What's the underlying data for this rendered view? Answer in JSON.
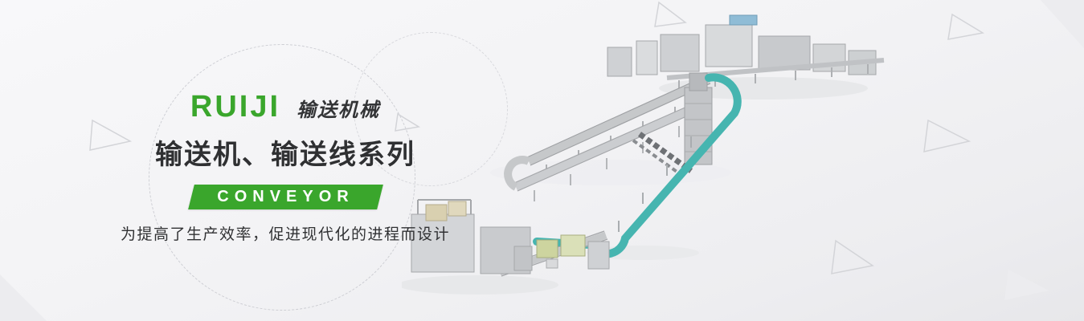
{
  "banner": {
    "brand_en": "RUIJI",
    "brand_cn": "输送机械",
    "title": "输送机、输送线系列",
    "badge": "CONVEYOR",
    "subtitle": "为提高了生产效率，促进现代化的进程而设计",
    "colors": {
      "accent_green": "#3aa62c",
      "badge_text": "#ffffff",
      "title_text": "#2f3032",
      "conveyor_teal": "#46b5b0",
      "background_gray": "#f3f3f5"
    },
    "illustration_name": "conveyor-production-line-3d-render"
  }
}
